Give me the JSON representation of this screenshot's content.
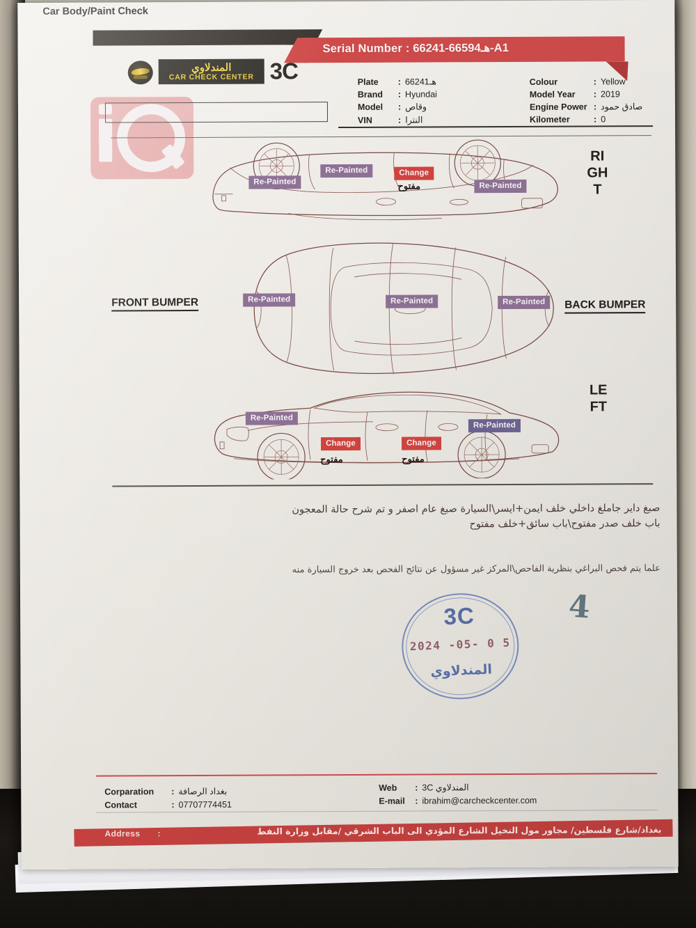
{
  "document": {
    "type": "vehicle-inspection-report",
    "company_ar": "المندلاوي",
    "company_en": "CAR CHECK CENTER",
    "company_short": "3C",
    "title": "Car Body/Paint Check",
    "watermark": "iQ"
  },
  "header": {
    "serial_label": "Serial Number :",
    "serial_value": "هـ66594-66241-A1",
    "fields_left": [
      {
        "label": "Plate",
        "sep": ":",
        "value": "هـ66241"
      },
      {
        "label": "Brand",
        "sep": ":",
        "value": "Hyundai"
      },
      {
        "label": "Model",
        "sep": ":",
        "value": "وقاص"
      },
      {
        "label": "VIN",
        "sep": ":",
        "value": "النترا"
      }
    ],
    "fields_right": [
      {
        "label": "Colour",
        "sep": ":",
        "value": "Yellow"
      },
      {
        "label": "Model Year",
        "sep": ":",
        "value": "2019"
      },
      {
        "label": "Engine Power",
        "sep": ":",
        "value": "صادق حمود"
      },
      {
        "label": "Kilometer",
        "sep": ":",
        "value": "0"
      }
    ]
  },
  "diagram": {
    "side_label_right": "RIGHT",
    "side_label_left": "LEFT",
    "front_bumper_label": "FRONT BUMPER",
    "back_bumper_label": "BACK BUMPER",
    "views": [
      {
        "name": "right-side-view",
        "tags": [
          {
            "text": "Re-Painted",
            "kind": "repaint"
          },
          {
            "text": "Re-Painted",
            "kind": "repaint"
          },
          {
            "text": "Change",
            "kind": "change",
            "note_ar": "مفتوح"
          },
          {
            "text": "Re-Painted",
            "kind": "repaint"
          }
        ]
      },
      {
        "name": "top-view",
        "tags": [
          {
            "text": "Re-Painted",
            "kind": "repaint"
          },
          {
            "text": "Re-Painted",
            "kind": "repaint"
          },
          {
            "text": "Re-Painted",
            "kind": "repaint"
          }
        ]
      },
      {
        "name": "left-side-view",
        "tags": [
          {
            "text": "Re-Painted",
            "kind": "repaint"
          },
          {
            "text": "Change",
            "kind": "change",
            "note_ar": "مفتوح"
          },
          {
            "text": "Change",
            "kind": "change",
            "note_ar": "مفتوح"
          },
          {
            "text": "Re-Painted",
            "kind": "repaint"
          }
        ]
      }
    ]
  },
  "notes": {
    "line1": "صبغ داير جاملغ داخلي خلف ايمن+ايسر\\السيارة صبغ عام اصفر و تم شرح حالة المعجون",
    "line2": "باب خلف صدر مفتوح\\باب سائق+خلف مفتوح",
    "disclaimer": "علما يتم فحص البراغي بنظرية الفاحص\\المركز غير مسؤول عن نتائج الفحص بعد خروج السيارة منه"
  },
  "stamp": {
    "top": "3C",
    "date": "2024 -05- 0 5",
    "bottom_ar": "المندلاوي",
    "hand_mark": "4"
  },
  "footer": {
    "left": [
      {
        "label": "Corparation",
        "sep": ":",
        "value": "بغداد الرصافة"
      },
      {
        "label": "Contact",
        "sep": ":",
        "value": "07707774451"
      }
    ],
    "right": [
      {
        "label": "Web",
        "sep": ":",
        "value": "3C المندلاوي"
      },
      {
        "label": "E-mail",
        "sep": ":",
        "value": "ibrahim@carcheckcenter.com"
      }
    ],
    "address_label": "Address",
    "address_sep": ":",
    "address_value": "بغداد/شارع فلسطين/ مجاور مول النخيل الشارع المؤدي الى الباب الشرقي /مقابل وزارة النفط"
  },
  "colors": {
    "brand_red": "#cf4b4b",
    "dark_bar": "#3b342f",
    "repaint_tag": "#8e7296",
    "repaint_tag_alt": "#6f6593",
    "change_tag": "#d2443f",
    "stamp_blue": "#49639f",
    "watermark_pink": "#e5a7a7",
    "car_outline": "#7a4a45"
  }
}
